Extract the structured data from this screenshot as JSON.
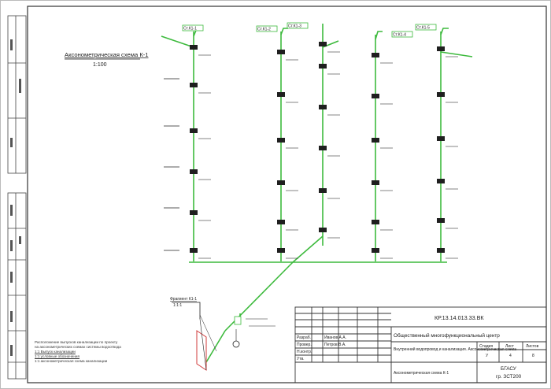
{
  "drawing": {
    "title": "Аксонометрическая схема К-1",
    "scale": "1:100",
    "riser_tags": [
      "Ст.К1-1",
      "Ст.К1-2",
      "Ст.К1-3",
      "Ст.К1-4",
      "Ст.К1-5"
    ],
    "fragment_label": "Фрагмент К1-1",
    "fragment_scale": "1:1:1"
  },
  "notes": {
    "lines": [
      "Расположение выпусков канализации по проекту",
      "на аксонометрических схемах системы водоотвода",
      "1:1 Выпуск канализации",
      "1:1 условные обозначения",
      "1:1 аксонометрическая схема канализации"
    ]
  },
  "title_block": {
    "document_code": "КР.13.14.013.33.ВК",
    "project_name": "Общественный многофункциональный центр",
    "sheet_name": "Внутренний водопровод и канализация. Аксонометрическая схема",
    "drawing_name": "Аксонометрическая схема К-1",
    "stage_header": "Стадия",
    "sheet_header": "Лист",
    "sheets_header": "Листов",
    "stage": "У",
    "sheet": "4",
    "sheets": "8",
    "org_1": "БГАСУ",
    "org_2": "гр. ЗСТ200",
    "roles": [
      "Разраб.",
      "Провер.",
      "Н.контр.",
      "Утв."
    ],
    "people": [
      "Иванов А.А.",
      "Петров В.А."
    ]
  },
  "colors": {
    "pipe": "#3dba3d",
    "frame": "#333333",
    "label_fill": "#1f1f1f",
    "callout": "#d13b3b"
  }
}
